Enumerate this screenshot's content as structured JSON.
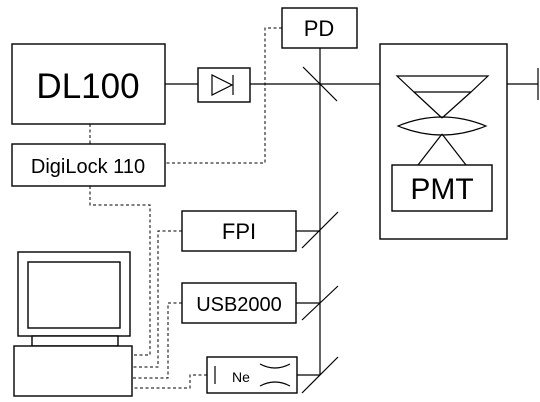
{
  "labels": {
    "dl100": "DL100",
    "digilock": "DigiLock 110",
    "pd": "PD",
    "fpi": "FPI",
    "usb2000": "USB2000",
    "ne": "Ne",
    "pmt": "PMT"
  }
}
